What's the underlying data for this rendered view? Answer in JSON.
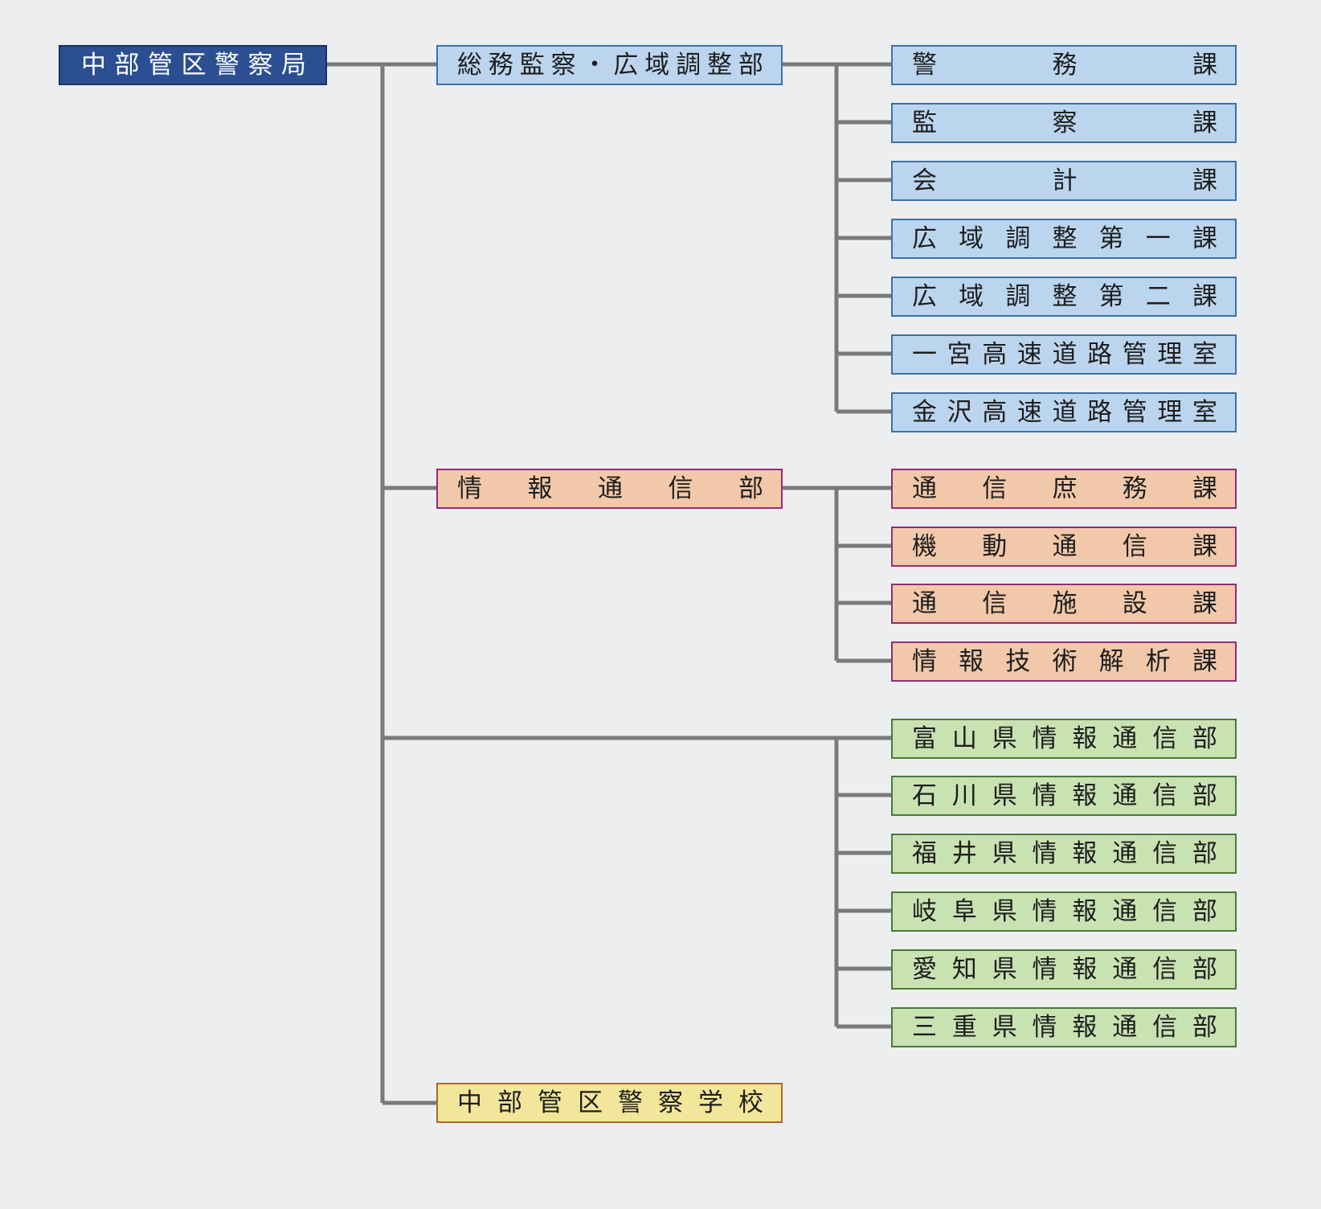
{
  "root": {
    "label": "中部管区警察局",
    "color": "#2c4f93"
  },
  "departments": [
    {
      "label": "総務監察・広域調整部",
      "theme": "blue",
      "sections": [
        "警務課",
        "監察課",
        "会計課",
        "広域調整第一課",
        "広域調整第二課",
        "一宮高速道路管理室",
        "金沢高速道路管理室"
      ]
    },
    {
      "label": "情報通信部",
      "theme": "pink",
      "sections": [
        "通信庶務課",
        "機動通信課",
        "通信施設課",
        "情報技術解析課"
      ]
    },
    {
      "label": "",
      "theme": "green",
      "sections": [
        "富山県情報通信部",
        "石川県情報通信部",
        "福井県情報通信部",
        "岐阜県情報通信部",
        "愛知県情報通信部",
        "三重県情報通信部"
      ]
    },
    {
      "label": "中部管区警察学校",
      "theme": "yellow",
      "sections": []
    }
  ],
  "colors": {
    "connector": "#7a7a7a",
    "blue": "#bcd5ee",
    "pink": "#f1c9aa",
    "green": "#c9e2b2",
    "yellow": "#f2e69a"
  }
}
